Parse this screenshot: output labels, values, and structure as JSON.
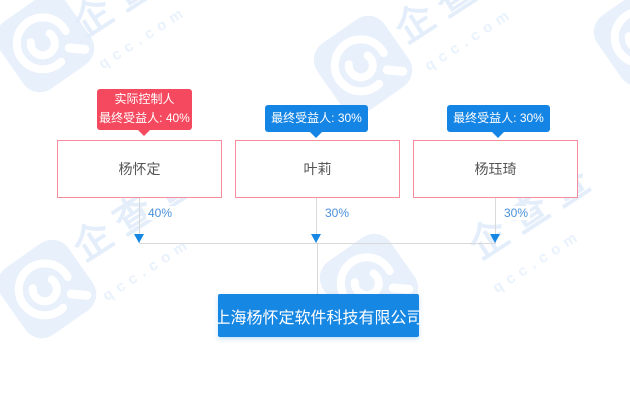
{
  "watermark": {
    "brand_cn": "企查查",
    "brand_en": "qcc.com"
  },
  "shareholders": [
    {
      "name": "杨怀定",
      "badge_lines": [
        "实际控制人",
        "最终受益人: 40%"
      ],
      "badge_type": "red",
      "percent": "40%"
    },
    {
      "name": "叶莉",
      "badge_lines": [
        "最终受益人: 30%"
      ],
      "badge_type": "blue",
      "percent": "30%"
    },
    {
      "name": "杨珏琦",
      "badge_lines": [
        "最终受益人: 30%"
      ],
      "badge_type": "blue",
      "percent": "30%"
    }
  ],
  "company": {
    "name": "上海杨怀定软件科技有限公司"
  },
  "colors": {
    "badge_red": "#f4495e",
    "badge_blue": "#1585e5",
    "company_blue": "#1787e4",
    "box_border_pink": "#f78d9c",
    "connector_gray": "#d9d9d9",
    "percent_text_blue": "#4a90d9",
    "name_text_gray": "#555555",
    "watermark_light_blue": "#e8f0fb"
  }
}
